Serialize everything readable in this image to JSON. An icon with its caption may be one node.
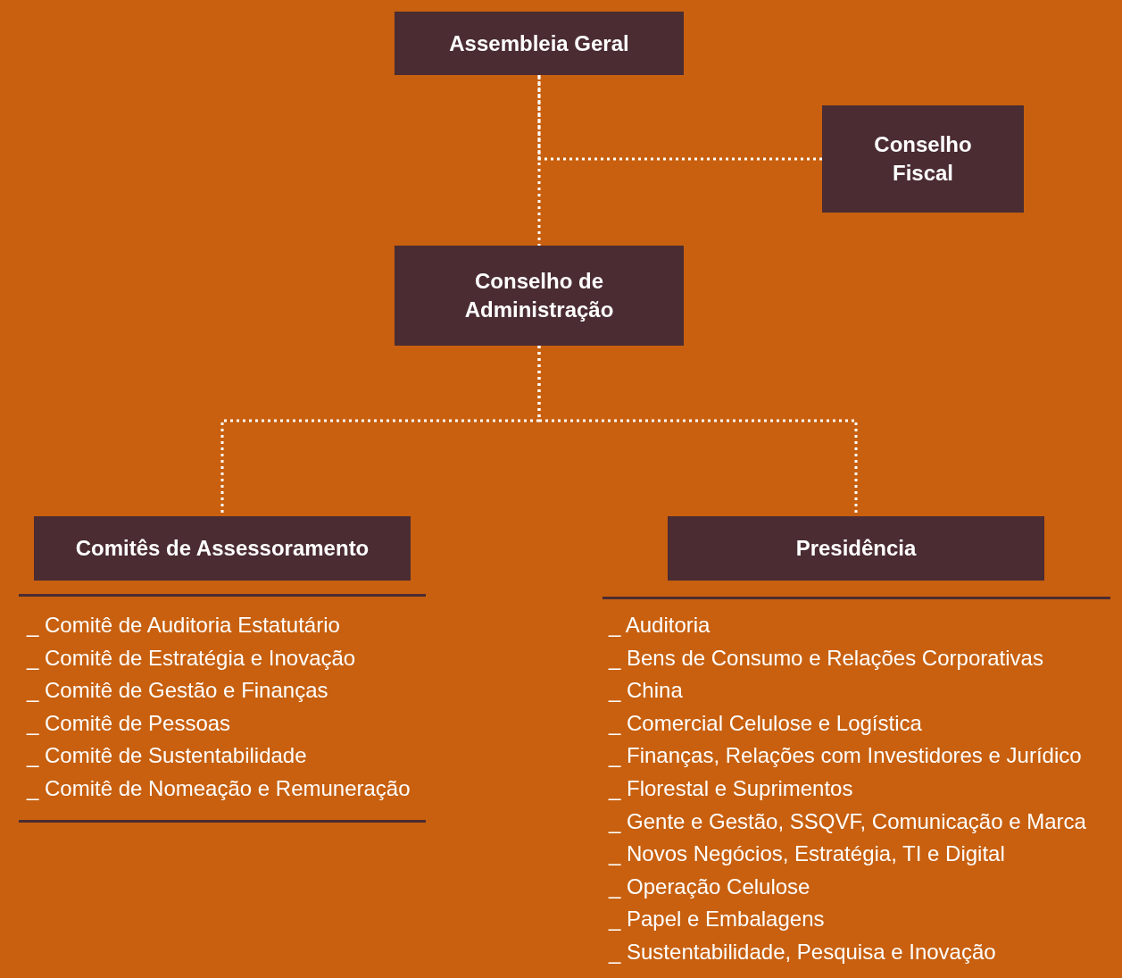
{
  "diagram": {
    "nodes": [
      {
        "text": [
          "Assembleia Geral"
        ]
      },
      {
        "text": [
          "Conselho Fiscal"
        ]
      },
      {
        "text": [
          "Conselho de Administração"
        ]
      },
      {
        "text": [
          "Comitês de Assessoramento"
        ],
        "beside": [
          "_ Comitê de Auditoria Estatutário",
          "_ Comitê de Estratégia e Inovação",
          "_ Comitê de Gestão e Finanças",
          "_ Comitê de Pessoas",
          "_ Comitê de Sustentabilidade",
          "_ Comitê de Nomeação e Remuneração"
        ]
      },
      {
        "text": [
          "Presidência"
        ],
        "beside": [
          "_ Auditoria",
          "_ Bens de Consumo e Relações Corporativas",
          "_ China",
          "_ Comercial Celulose e Logística",
          "_ Finanças, Relações com Investidores e Jurídico",
          "_ Florestal e Suprimentos",
          "_ Gente e Gestão, SSQVF, Comunicação e Marca",
          "_ Novos Negócios, Estratégia, TI e Digital",
          "_ Operação Celulose",
          "_ Papel e Embalagens",
          "_ Sustentabilidade, Pesquisa e Inovação"
        ]
      }
    ],
    "edges": [
      {
        "from": 0,
        "to": 2,
        "arrow": "none",
        "style": "dashed"
      },
      {
        "from": 1,
        "to": 0,
        "arrow": "none",
        "style": "dashed"
      },
      {
        "from": 2,
        "to": 3,
        "arrow": "none",
        "style": "dashed"
      },
      {
        "from": 2,
        "to": 4,
        "arrow": "none",
        "style": "dashed"
      }
    ]
  }
}
